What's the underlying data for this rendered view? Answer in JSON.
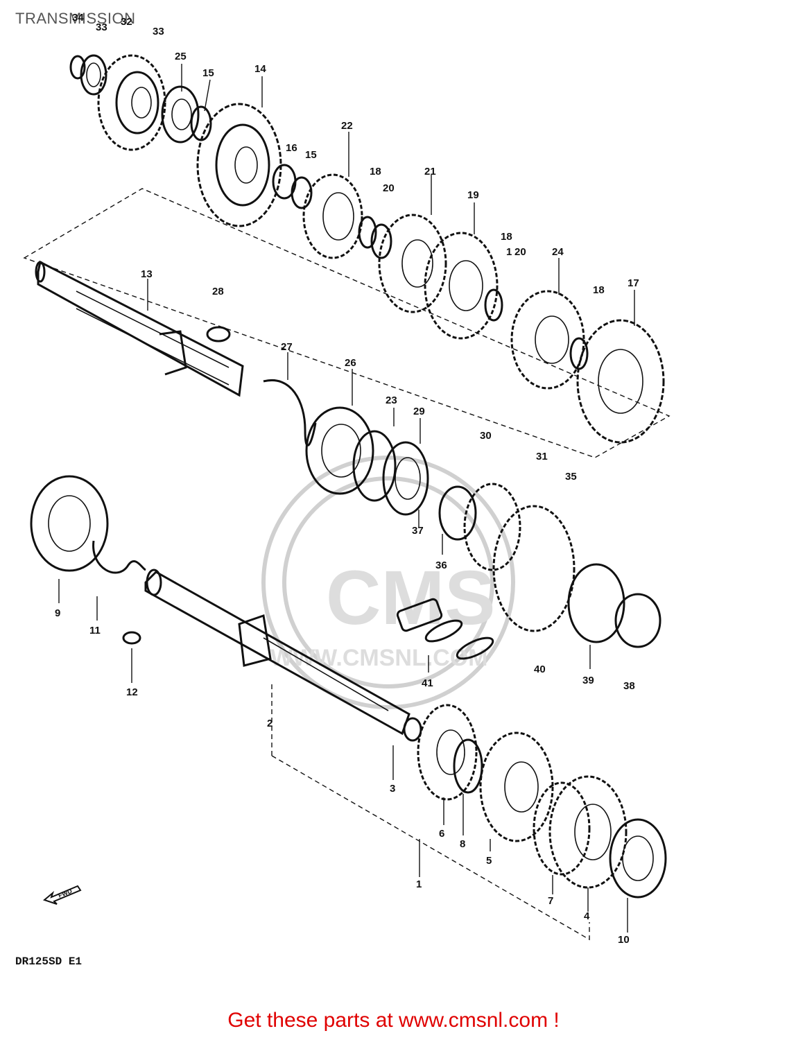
{
  "title": "TRANSMISSION",
  "model_code": "DR125SD E1",
  "footer": "Get these parts at www.cmsnl.com !",
  "fwd_label": "FWD",
  "watermark": {
    "brand": "CMS",
    "url": "WWW.CMSNL.COM"
  },
  "callouts": [
    "34",
    "33",
    "32",
    "33",
    "25",
    "15",
    "14",
    "22",
    "16",
    "15",
    "18",
    "20",
    "21",
    "19",
    "18",
    "1",
    "20",
    "24",
    "18",
    "17",
    "13",
    "28",
    "27",
    "26",
    "23",
    "29",
    "30",
    "31",
    "35",
    "37",
    "36",
    "9",
    "11",
    "12",
    "41",
    "40",
    "39",
    "38",
    "2",
    "3",
    "6",
    "8",
    "5",
    "7",
    "4",
    "10",
    "1"
  ],
  "colors": {
    "ink": "#111111",
    "title": "#555555",
    "footer": "#e00000",
    "watermark": "#dddddd"
  }
}
